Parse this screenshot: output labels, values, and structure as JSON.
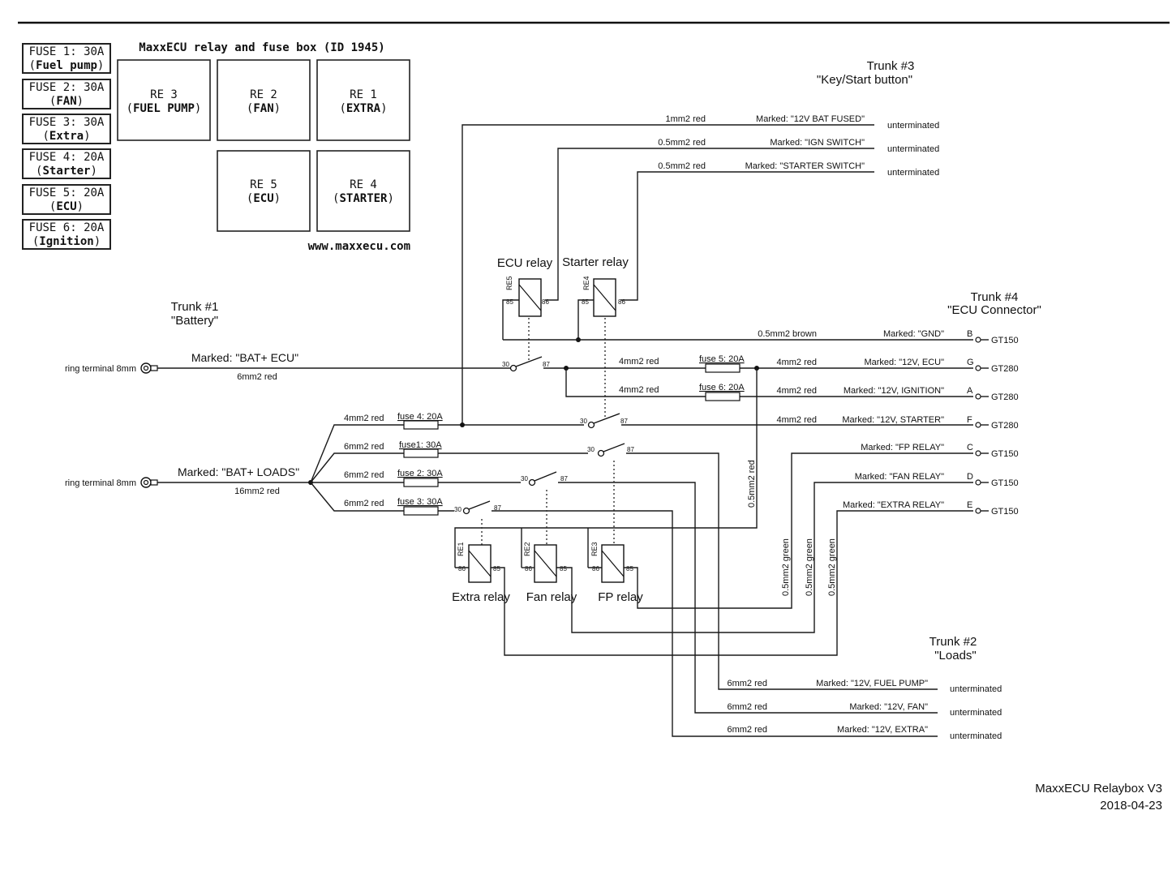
{
  "fuse_list": [
    {
      "line1": "FUSE 1: 30A",
      "line2": "Fuel pump"
    },
    {
      "line1": "FUSE 2: 30A",
      "line2": "FAN"
    },
    {
      "line1": "FUSE 3: 30A",
      "line2": "Extra"
    },
    {
      "line1": "FUSE 4: 20A",
      "line2": "Starter"
    },
    {
      "line1": "FUSE 5: 20A",
      "line2": "ECU"
    },
    {
      "line1": "FUSE 6: 20A",
      "line2": "Ignition"
    }
  ],
  "box": {
    "title": "MaxxECU relay and fuse box (ID 1945)",
    "website": "www.maxxecu.com",
    "relays": [
      {
        "line1": "RE 3",
        "line2": "FUEL PUMP"
      },
      {
        "line1": "RE 2",
        "line2": "FAN"
      },
      {
        "line1": "RE 1",
        "line2": "EXTRA"
      },
      {
        "line1": "RE 5",
        "line2": "ECU"
      },
      {
        "line1": "RE 4",
        "line2": "STARTER"
      }
    ]
  },
  "trunk3": {
    "title": "Trunk #3",
    "subtitle": "\"Key/Start button\"",
    "wires": [
      {
        "spec": "1mm2 red",
        "mark": "Marked: \"12V BAT FUSED\"",
        "end": "unterminated"
      },
      {
        "spec": "0.5mm2 red",
        "mark": "Marked: \"IGN SWITCH\"",
        "end": "unterminated"
      },
      {
        "spec": "0.5mm2 red",
        "mark": "Marked: \"STARTER SWITCH\"",
        "end": "unterminated"
      }
    ]
  },
  "trunk1": {
    "title": "Trunk #1",
    "subtitle": "\"Battery\"",
    "ecu_term": "ring terminal 8mm",
    "ecu_mark": "Marked: \"BAT+ ECU\"",
    "ecu_spec": "6mm2 red",
    "loads_term": "ring terminal 8mm",
    "loads_mark": "Marked: \"BAT+ LOADS\"",
    "loads_spec": "16mm2 red"
  },
  "trunk4": {
    "title": "Trunk #4",
    "subtitle": "\"ECU Connector\"",
    "rows": [
      {
        "spec": "0.5mm2 brown",
        "mark": "Marked: \"GND\"",
        "pin": "B",
        "type": "GT150"
      },
      {
        "spec": "4mm2 red",
        "mark": "Marked: \"12V, ECU\"",
        "pin": "G",
        "type": "GT280"
      },
      {
        "spec": "4mm2 red",
        "mark": "Marked: \"12V, IGNITION\"",
        "pin": "A",
        "type": "GT280"
      },
      {
        "spec": "4mm2 red",
        "mark": "Marked: \"12V, STARTER\"",
        "pin": "F",
        "type": "GT280"
      },
      {
        "spec": "",
        "mark": "Marked: \"FP RELAY\"",
        "pin": "C",
        "type": "GT150"
      },
      {
        "spec": "",
        "mark": "Marked: \"FAN RELAY\"",
        "pin": "D",
        "type": "GT150"
      },
      {
        "spec": "",
        "mark": "Marked: \"EXTRA RELAY\"",
        "pin": "E",
        "type": "GT150"
      }
    ]
  },
  "trunk2": {
    "title": "Trunk #2",
    "subtitle": "\"Loads\"",
    "wires": [
      {
        "spec": "6mm2 red",
        "mark": "Marked: \"12V, FUEL PUMP\"",
        "end": "unterminated"
      },
      {
        "spec": "6mm2 red",
        "mark": "Marked: \"12V, FAN\"",
        "end": "unterminated"
      },
      {
        "spec": "6mm2 red",
        "mark": "Marked: \"12V, EXTRA\"",
        "end": "unterminated"
      }
    ]
  },
  "wiring": {
    "left_specs": [
      "4mm2 red",
      "6mm2 red",
      "6mm2 red",
      "6mm2 red"
    ],
    "left_fuses": [
      "fuse 4: 20A",
      "fuse1: 30A",
      "fuse 2: 30A",
      "fuse 3: 30A"
    ],
    "mid_specs": [
      "4mm2 red",
      "4mm2 red"
    ],
    "mid_fuses": [
      "fuse 5: 20A",
      "fuse 6: 20A"
    ],
    "vertical_red": "0.5mm2 red",
    "vertical_green": "0.5mm2 green"
  },
  "relays": {
    "ecu": {
      "label": "ECU relay",
      "id": "RE5",
      "pinA": "85",
      "pinB": "86"
    },
    "starter": {
      "label": "Starter relay",
      "id": "RE4",
      "pinA": "85",
      "pinB": "86"
    },
    "extra": {
      "label": "Extra relay",
      "id": "RE1",
      "pinA": "86",
      "pinB": "85"
    },
    "fan": {
      "label": "Fan relay",
      "id": "RE2",
      "pinA": "86",
      "pinB": "85"
    },
    "fp": {
      "label": "FP relay",
      "id": "RE3",
      "pinA": "86",
      "pinB": "85"
    },
    "contact_in": "30",
    "contact_out": "87"
  },
  "footer": {
    "name": "MaxxECU Relaybox V3",
    "date": "2018-04-23"
  }
}
